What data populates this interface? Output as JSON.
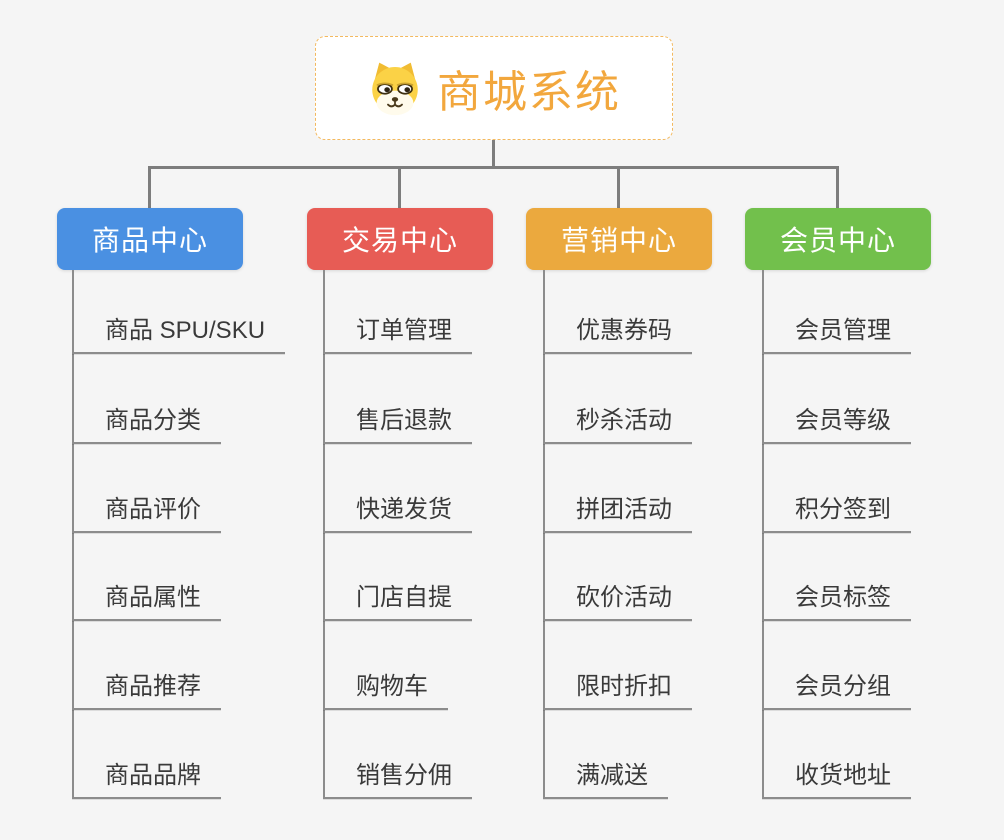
{
  "background": "#f5f5f5",
  "root": {
    "title": "商城系统",
    "icon": "dog-face-icon",
    "text_color": "#f2a73d",
    "border_color": "#f3b95f"
  },
  "connector_color": "#7d7d7d",
  "leaf_line_color": "#8c8c8c",
  "branches": [
    {
      "label": "商品中心",
      "color": "#4a90e2",
      "items": [
        "商品 SPU/SKU",
        "商品分类",
        "商品评价",
        "商品属性",
        "商品推荐",
        "商品品牌"
      ]
    },
    {
      "label": "交易中心",
      "color": "#e75c55",
      "items": [
        "订单管理",
        "售后退款",
        "快递发货",
        "门店自提",
        "购物车",
        "销售分佣"
      ]
    },
    {
      "label": "营销中心",
      "color": "#eba93e",
      "items": [
        "优惠券码",
        "秒杀活动",
        "拼团活动",
        "砍价活动",
        "限时折扣",
        "满减送"
      ]
    },
    {
      "label": "会员中心",
      "color": "#72c04c",
      "items": [
        "会员管理",
        "会员等级",
        "积分签到",
        "会员标签",
        "会员分组",
        "收货地址"
      ]
    }
  ]
}
